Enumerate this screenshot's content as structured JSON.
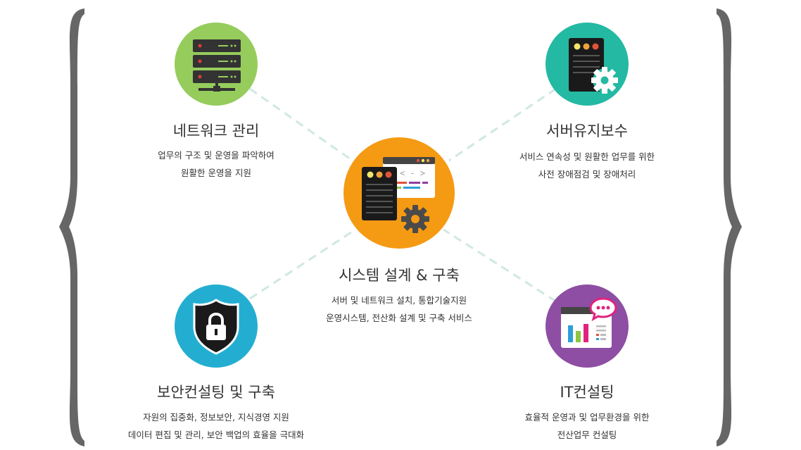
{
  "center": {
    "title": "시스템 설계 & 구축",
    "lines": [
      "서버 및 네트워크 설치, 통합기술지원",
      "운영시스템, 전산화 설계 및 구축 서비스"
    ]
  },
  "items": [
    {
      "title": "네트워크 관리",
      "lines": [
        "업무의 구조 및 운영을 파악하여",
        "원활한 운영을 지원"
      ],
      "icon": "server-rack-icon",
      "color": "#8dc63f"
    },
    {
      "title": "서버유지보수",
      "lines": [
        "서비스 연속성 및 원활한 업무를 위한",
        "사전 장애점검 및 장애처리"
      ],
      "icon": "server-gear-icon",
      "color": "#1fb1a0"
    },
    {
      "title": "보안컨설팅 및 구축",
      "lines": [
        "자원의 집중화, 정보보안, 지식경영 지원",
        "데이터 편집 및 관리, 보안 백업의 효율을 극대화"
      ],
      "icon": "security-shield-icon",
      "color": "#1aa6cc"
    },
    {
      "title": "IT컨설팅",
      "lines": [
        "효율적 운영과 및 업무환경을 위한",
        "전산업무 컨설팅"
      ],
      "icon": "analytics-chat-icon",
      "color": "#8e3f9e"
    }
  ],
  "colors": {
    "center": "#f7941d",
    "connector": "#cfe8e3",
    "brace": "#666666"
  }
}
